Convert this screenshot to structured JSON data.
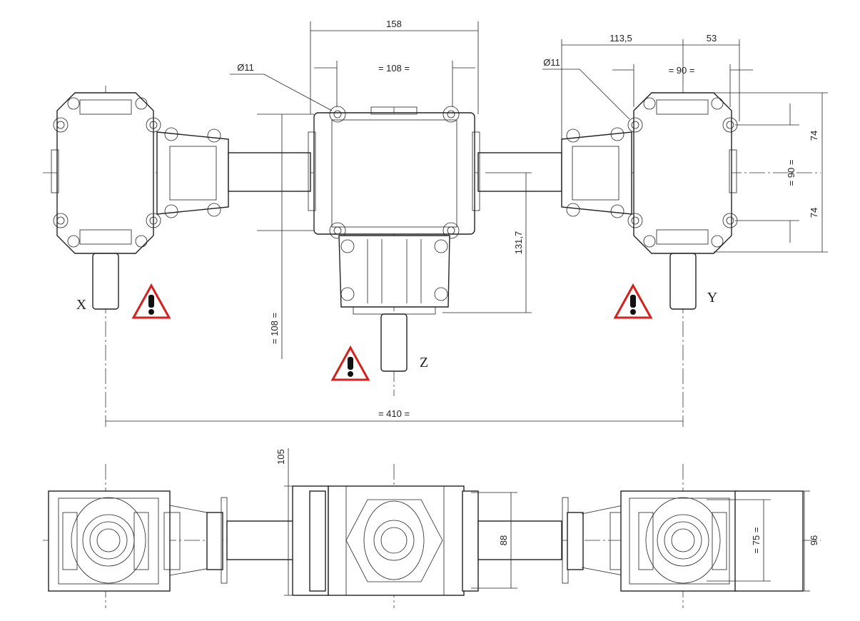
{
  "dimensions": {
    "d158": "158",
    "d108_top": "= 108 =",
    "d113": "113,5",
    "d53": "53",
    "d90_top": "= 90 =",
    "hole_left": "Ø11",
    "hole_right": "Ø11",
    "d74_top": "74",
    "d90_side": "= 90 =",
    "d74_bottom": "74",
    "d131": "131,7",
    "d108_side": "= 108 =",
    "d410": "= 410 =",
    "d105": "105",
    "d88": "88",
    "d75": "= 75 =",
    "d96": "96"
  },
  "shaft_labels": {
    "x": "X",
    "y": "Y",
    "z": "Z"
  },
  "colors": {
    "warning": "#d5201e",
    "line": "#222222"
  },
  "icons": [
    "warning-icon"
  ]
}
